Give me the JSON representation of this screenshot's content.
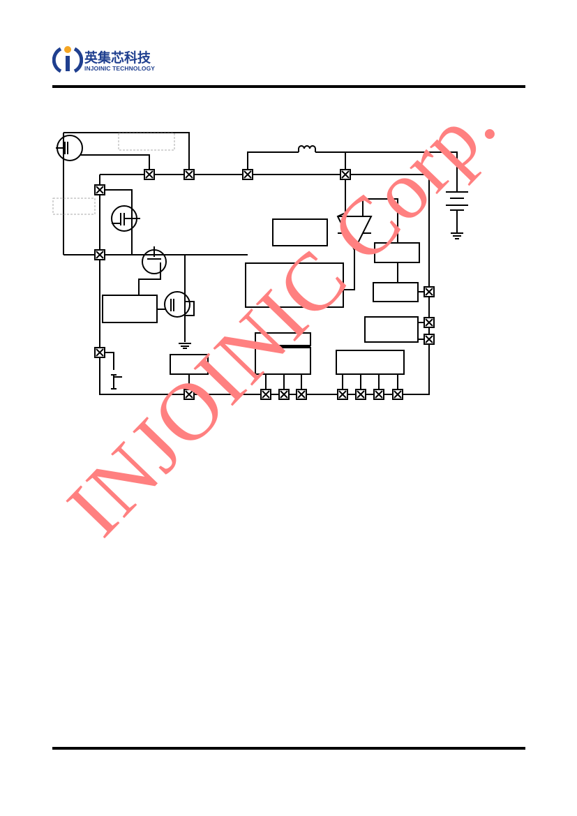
{
  "header": {
    "logo_cn": "英集芯科技",
    "logo_en": "INJOINIC TECHNOLOGY",
    "logo_colors": {
      "brand_blue": "#1f3f8f",
      "dot_orange": "#f5a623"
    }
  },
  "diagram": {
    "type": "block-diagram",
    "labels": [],
    "components": [
      "pmos-external",
      "nmos-external",
      "pmos-internal",
      "nmos-internal",
      "inductor",
      "battery",
      "ground",
      "comparator",
      "function-blocks",
      "pins"
    ],
    "line_color": "#000000"
  },
  "watermark": {
    "text": "INJOINIC Corp.",
    "color": "#ff8080"
  }
}
